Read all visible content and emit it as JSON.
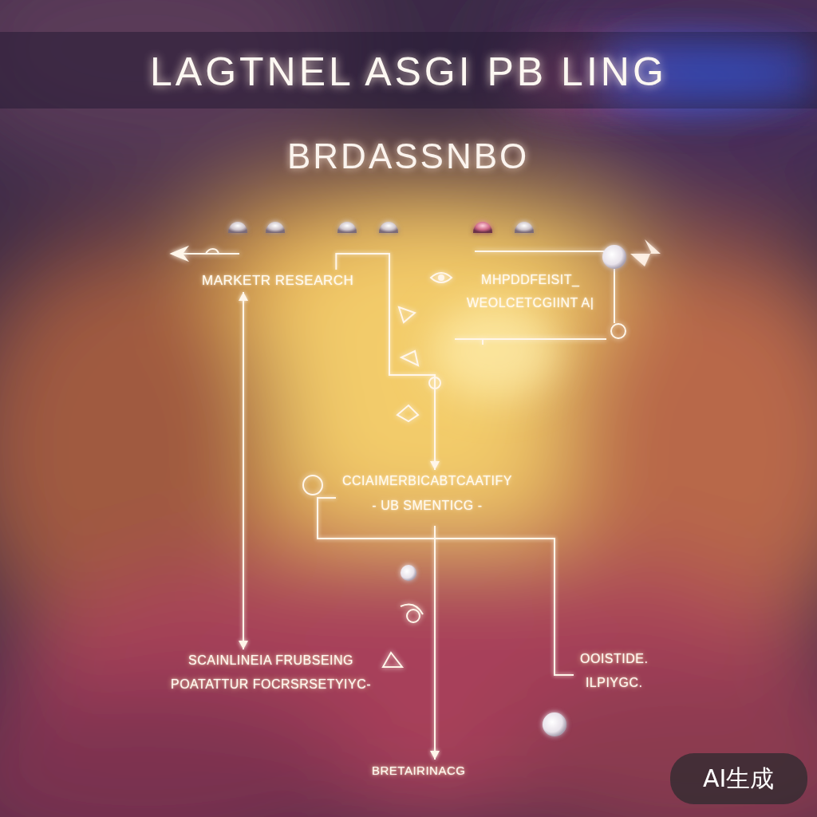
{
  "diagram": {
    "title": "LAGTNEL ASGI PB LING",
    "nodes": [
      {
        "text": [
          "MARKETR RESEARCH"
        ]
      },
      {
        "text": [
          "MHPDDFEISIT_",
          "WEOLCETCGIINT A|"
        ]
      },
      {
        "text": [
          "CCIAIMERBICABTCAATIFY",
          "- UB SMENTICG -"
        ]
      },
      {
        "text": [
          "SCAINLINEIA FRUBSEING",
          "POATATTUR FOCRSRSETYIYC-"
        ]
      },
      {
        "text": [
          "OOISTIDE.",
          "ILPIYGC."
        ]
      },
      {
        "text": [
          "BRETAIRINACG"
        ]
      }
    ],
    "edges": [
      {
        "from": 3,
        "to": 0,
        "arrow": "both"
      },
      {
        "from": 0,
        "to": 2,
        "arrow": "to"
      },
      {
        "from": 2,
        "to": 4,
        "arrow": "none"
      },
      {
        "from": 2,
        "to": 5,
        "arrow": "to"
      }
    ],
    "labels": [
      "BRDASSNBO",
      "AI生成"
    ]
  }
}
